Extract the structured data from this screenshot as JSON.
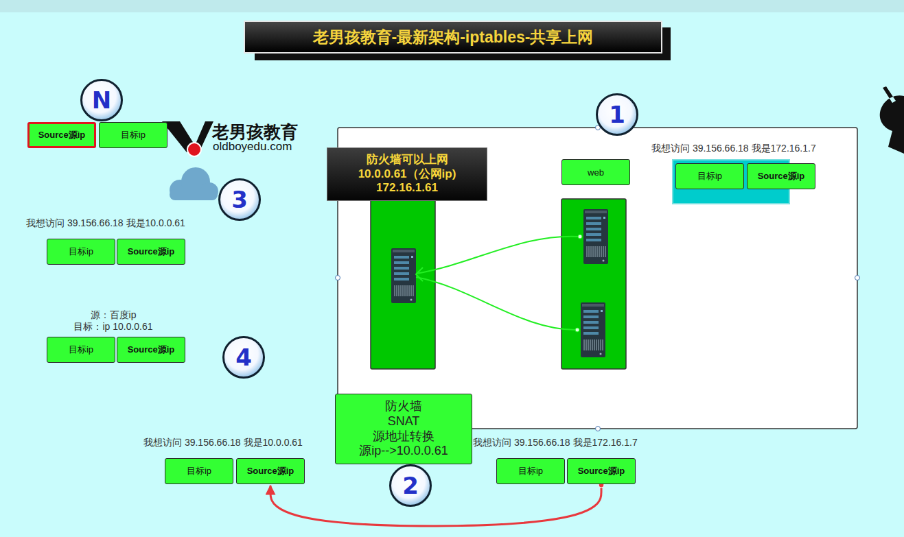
{
  "diagram": {
    "title": "老男孩教育-最新架构-iptables-共享上网",
    "nodes": [
      {
        "text": [
          "Source源ip"
        ]
      },
      {
        "text": [
          "目标ip"
        ]
      },
      {
        "text": [
          "防火墙可以上网 10.0.0.61（公网ip) 172.16.1.61"
        ]
      },
      {
        "text": [
          "web"
        ]
      },
      {
        "text": [
          "目标ip"
        ]
      },
      {
        "text": [
          "Source源ip"
        ]
      },
      {
        "text": [
          "目标ip"
        ]
      },
      {
        "text": [
          "Source源ip"
        ]
      },
      {
        "text": [
          "目标ip"
        ]
      },
      {
        "text": [
          "Source源ip"
        ]
      },
      {
        "text": [
          "防火墙 SNAT 源地址转换 源ip-->10.0.0.61"
        ]
      },
      {
        "text": [
          "目标ip"
        ]
      },
      {
        "text": [
          "Source源ip"
        ]
      },
      {
        "text": [
          "目标ip"
        ]
      },
      {
        "text": [
          "Source源ip"
        ]
      }
    ],
    "edges": [
      {
        "from": 14,
        "to": 12,
        "arrow": "to"
      }
    ],
    "labels": [
      "N",
      "老男孩教育",
      "oldboyedu.com",
      "1",
      "我想访问 39.156.66.18 我是172.16.1.7",
      "3",
      "我想访问 39.156.66.18 我是10.0.0.61",
      "源：百度ip",
      "目标：ip 10.0.0.61",
      "4",
      "我想访问 39.156.66.18 我是10.0.0.61",
      "2",
      "我想访问 39.156.66.18 我是172.16.1.7"
    ]
  }
}
